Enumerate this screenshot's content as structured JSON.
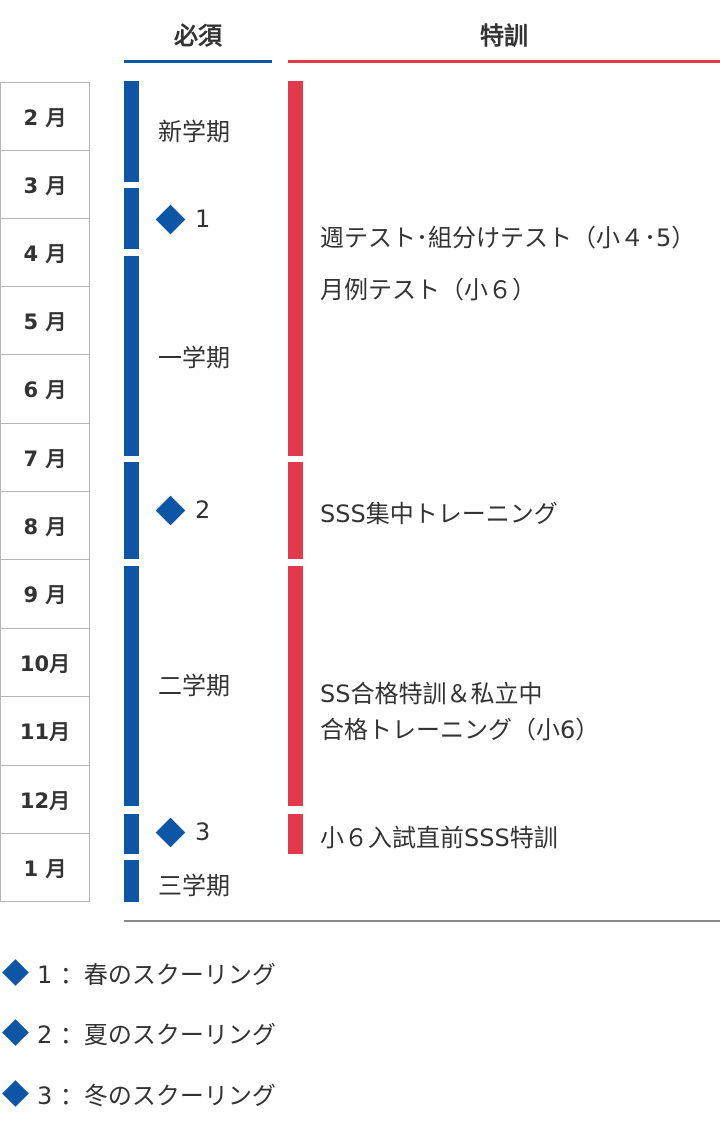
{
  "colors": {
    "blue": "#0d56a6",
    "red": "#e23a4c",
    "month_border": "#b5b5b5",
    "baseline": "#8a8a8a"
  },
  "headers": {
    "required": "必須",
    "special": "特訓"
  },
  "months": [
    "2 月",
    "3 月",
    "4 月",
    "5 月",
    "6 月",
    "7 月",
    "8 月",
    "9 月",
    "10月",
    "11月",
    "12月",
    "1 月"
  ],
  "required_terms": {
    "term_new": "新学期",
    "term_1": "一学期",
    "term_2": "二学期",
    "term_3": "三学期"
  },
  "schoolings": {
    "s1": "1",
    "s2": "2",
    "s3": "3"
  },
  "special": {
    "tests_line1": "週テスト･組分けテスト（小４･5）",
    "tests_line2": "月例テスト（小６）",
    "sss_intensive": "SSS集中トレーニング",
    "ss_line1": "SS合格特訓＆私立中",
    "ss_line2": "合格トレーニング（小6）",
    "final": "小６入試直前SSS特訓"
  },
  "legend": [
    {
      "label": "1 ：春のスクーリング"
    },
    {
      "label": "2 ：夏のスクーリング"
    },
    {
      "label": "3 ：冬のスクーリング"
    }
  ]
}
